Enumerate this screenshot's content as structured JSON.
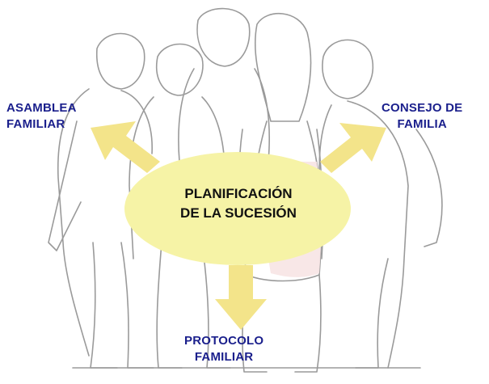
{
  "diagram": {
    "center": {
      "line1": "PLANIFICACIÓN",
      "line2": "DE LA SUCESIÓN"
    },
    "left": {
      "line1": "ASAMBLEA",
      "line2": "FAMILIAR"
    },
    "right": {
      "line1": "CONSEJO DE",
      "line2": "FAMILIA"
    },
    "bottom": {
      "line1": "PROTOCOLO",
      "line2": "FAMILIAR"
    },
    "colors": {
      "ellipse": "#f6f3a6",
      "arrow": "#f3e48a",
      "label": "#1a1f8c",
      "sketch": "#9a9a9a",
      "skirt": "#f7e4e4"
    }
  }
}
